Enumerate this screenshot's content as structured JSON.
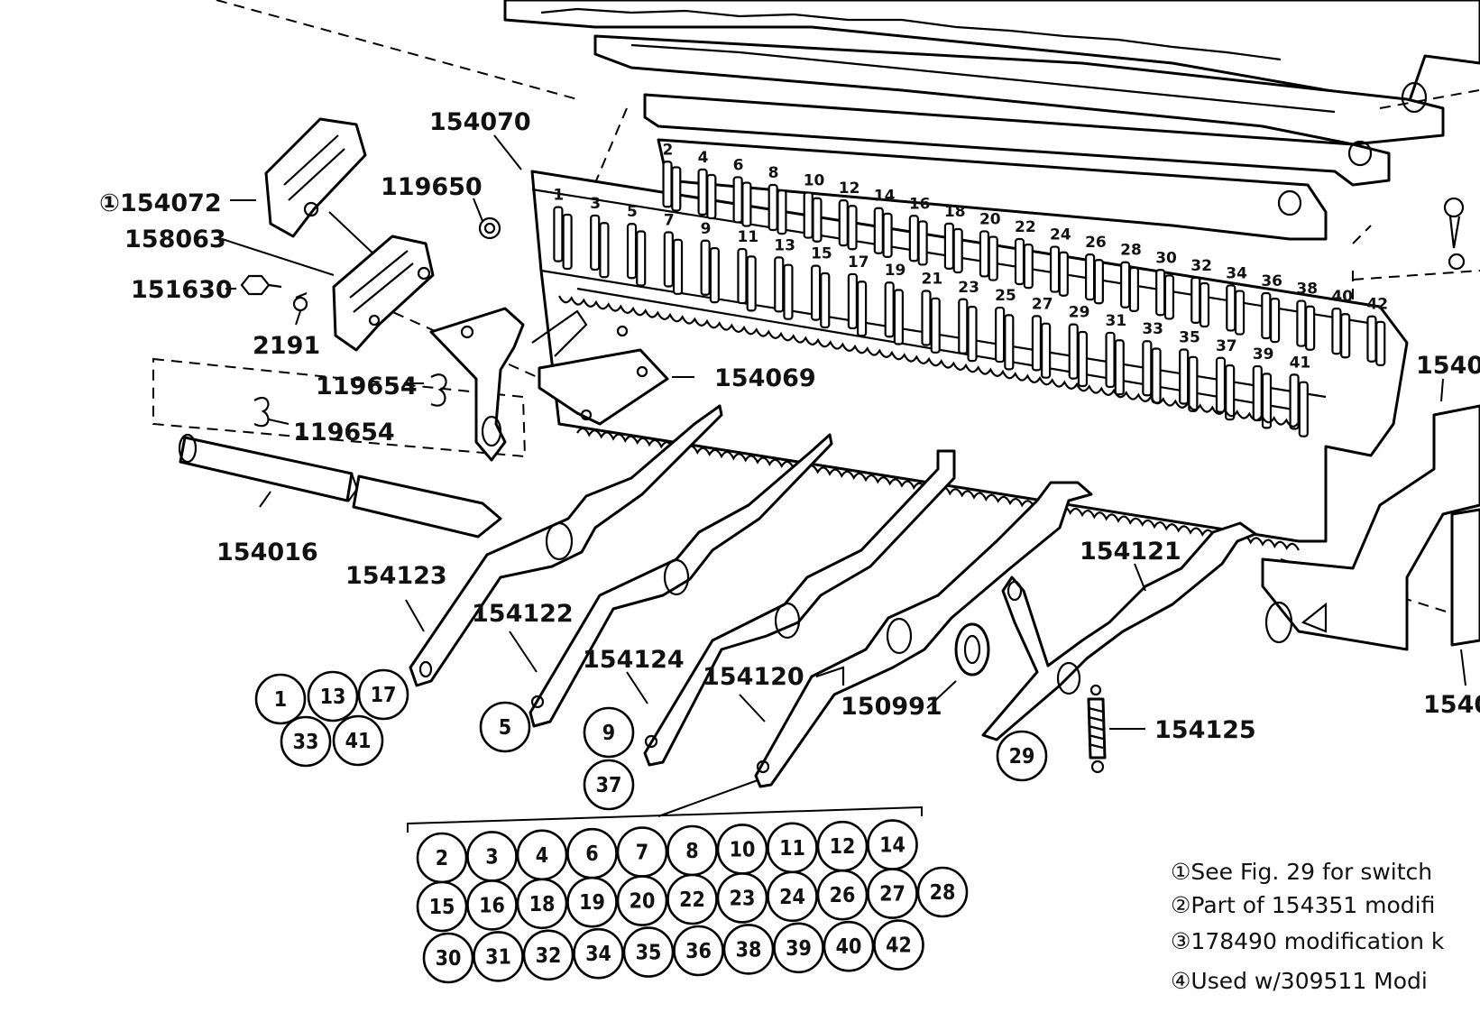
{
  "diagram": {
    "part_labels": {
      "p154070": "154070",
      "p154072": "154072",
      "p154072_note": "①",
      "p119650": "119650",
      "p158063": "158063",
      "p151630": "151630",
      "p2191": "2191",
      "p119654a": "119654",
      "p119654b": "119654",
      "p154069": "154069",
      "p154016": "154016",
      "p154123": "154123",
      "p154122": "154122",
      "p154124": "154124",
      "p154120": "154120",
      "p150991": "150991",
      "p154121": "154121",
      "p154125": "154125",
      "p1540a": "1540",
      "p1540b": "1540"
    },
    "slot_numbers_back": [
      "2",
      "4",
      "6",
      "8",
      "10",
      "12",
      "14",
      "16",
      "18",
      "20",
      "22",
      "24",
      "26",
      "28",
      "30",
      "32",
      "34",
      "36",
      "38",
      "40",
      "42"
    ],
    "slot_numbers_front": [
      "1",
      "3",
      "5",
      "7",
      "9",
      "11",
      "13",
      "15",
      "17",
      "19",
      "21",
      "23",
      "25",
      "27",
      "29",
      "31",
      "33",
      "35",
      "37",
      "39",
      "41"
    ],
    "circle_groups": {
      "g154123": [
        "1",
        "13",
        "17",
        "33",
        "41"
      ],
      "g154122": [
        "5"
      ],
      "g154124": [
        "9",
        "37"
      ],
      "g154121": [
        "29"
      ],
      "g154120_row1": [
        "2",
        "3",
        "4",
        "6",
        "7",
        "8",
        "10",
        "11",
        "12",
        "14"
      ],
      "g154120_row2": [
        "15",
        "16",
        "18",
        "19",
        "20",
        "22",
        "23",
        "24",
        "26",
        "27",
        "28"
      ],
      "g154120_row3": [
        "30",
        "31",
        "32",
        "34",
        "35",
        "36",
        "38",
        "39",
        "40",
        "42"
      ]
    },
    "footnotes": {
      "f1": "①See Fig. 29 for switch",
      "f2": "②Part of 154351 modifi",
      "f3": "③178490 modification k",
      "f4": "④Used w/309511 Modi"
    }
  }
}
